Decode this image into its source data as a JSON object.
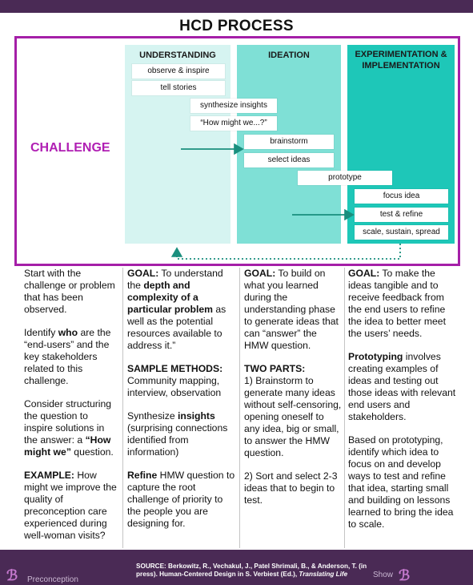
{
  "title": "HCD PROCESS",
  "challenge_label": "CHALLENGE",
  "columns": {
    "understanding": "UNDERSTANDING",
    "ideation": "IDEATION",
    "experimentation": "EXPERIMENTATION & IMPLEMENTATION"
  },
  "steps": {
    "observe": "observe & inspire",
    "tell": "tell stories",
    "synthesize": "synthesize insights",
    "hmw": "“How might we...?”",
    "brainstorm": "brainstorm",
    "select": "select ideas",
    "prototype": "prototype",
    "focus": "focus idea",
    "test": "test & refine",
    "scale": "scale, sustain, spread"
  },
  "col1": {
    "p1": "Start with the challenge or problem that has been observed.",
    "p2_a": "Identify ",
    "p2_b": "who",
    "p2_c": " are the “end-users” and the key stakeholders related to this challenge.",
    "p3_a": "Consider structuring the question to inspire solutions in the answer: a ",
    "p3_b": "“How might we”",
    "p3_c": " question.",
    "p4_a": "EXAMPLE:",
    "p4_b": " How might we improve the quality of preconception care experienced during well-woman visits?"
  },
  "col2": {
    "goal_a": "GOAL:",
    "goal_b": " To understand the ",
    "goal_c": "depth and complexity of a particular problem",
    "goal_d": " as well as the potential resources available to address it.”",
    "methods_h": "SAMPLE METHODS:",
    "methods": "Community mapping, interview, observation",
    "synth_a": "Synthesize ",
    "synth_b": "insights",
    "synth_c": " (surprising connections identified from information)",
    "refine_a": "Refine",
    "refine_b": " HMW question to capture the root challenge of priority to the people you are designing for."
  },
  "col3": {
    "goal_a": "GOAL:",
    "goal_b": " To build on what you learned during the understanding phase to generate ideas that can “answer” the HMW question.",
    "parts_h": "TWO PARTS:",
    "part1": "1) Brainstorm to generate many ideas without self-censoring, opening oneself to any idea, big or small, to answer the HMW question.",
    "part2": "2) Sort and select 2-3 ideas that to begin to test."
  },
  "col4": {
    "goal_a": "GOAL:",
    "goal_b": " To make the ideas tangible and to receive feedback from the end users to refine the idea to better meet the users’ needs.",
    "proto_a": "Prototyping",
    "proto_b": " involves creating examples of ideas and testing out those ideas with relevant end users and stakeholders.",
    "based": "Based on prototyping, identify which idea to focus on and develop ways to test and refine that idea, starting small and building on lessons learned to bring the idea to scale."
  },
  "footer": {
    "source_a": "SOURCE:",
    "source_b": " Berkowitz, R., Vechakul, J., Patel Shrimali, B., & Anderson, T. (in press). Human-Centered Design in S. Verbiest (Ed.), ",
    "source_c": "Translating Life",
    "org": "Preconception",
    "show": "Show"
  },
  "colors": {
    "brand_purple": "#4a2a55",
    "frame_magenta": "#a51fa8",
    "understanding": "#d6f4f1",
    "ideation": "#7fe0d6",
    "experimentation": "#1ec7b8",
    "arrow_teal": "#1a8f7e"
  }
}
